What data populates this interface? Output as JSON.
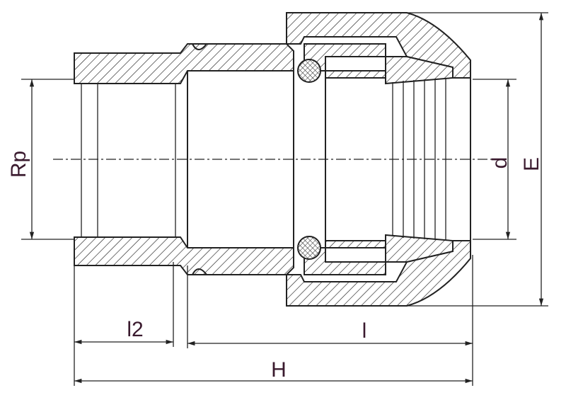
{
  "drawing": {
    "labels": {
      "rp": "Rp",
      "d": "d",
      "e": "E",
      "l2": "l2",
      "l": "l",
      "h": "H"
    },
    "label_color": "#3a1a2e",
    "line_color": "#222222"
  }
}
